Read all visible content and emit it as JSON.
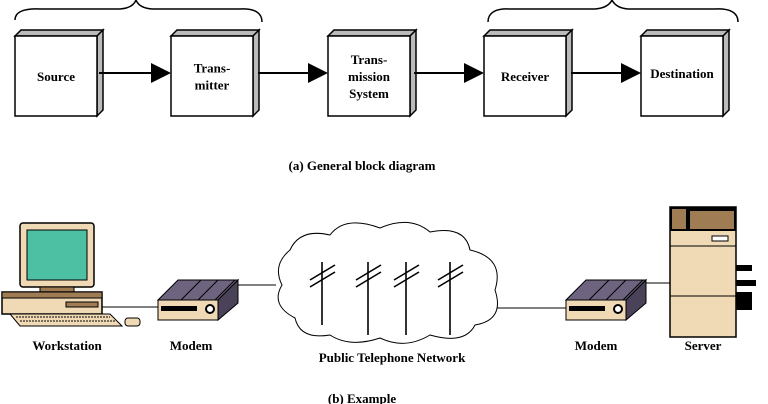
{
  "blocks": [
    {
      "lines": [
        "Source"
      ]
    },
    {
      "lines": [
        "Trans-",
        "mitter"
      ]
    },
    {
      "lines": [
        "Trans-",
        "mission",
        "System"
      ]
    },
    {
      "lines": [
        "Receiver"
      ]
    },
    {
      "lines": [
        "Destination"
      ]
    }
  ],
  "caption_a": "(a) General block diagram",
  "example": {
    "workstation": "Workstation",
    "modem_left": "Modem",
    "network": "Public Telephone Network",
    "modem_right": "Modem",
    "server": "Server"
  },
  "caption_b": "(b) Example",
  "colors": {
    "screen": "#4dbfa3",
    "beige": "#f0d9b5",
    "brown": "#a07c55",
    "modem": "#6e6480"
  }
}
